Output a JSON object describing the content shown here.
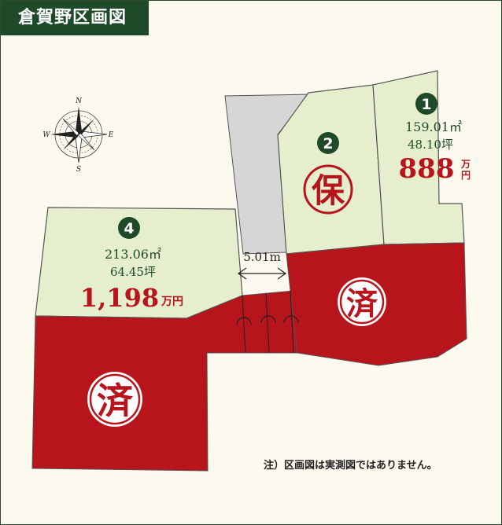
{
  "title": "倉賀野区画図",
  "compass": {
    "n": "N",
    "s": "S",
    "e": "E",
    "w": "W"
  },
  "road_width": "5.01m",
  "lots": [
    {
      "id": "1",
      "area_m2": "159.01㎡",
      "area_tsubo": "48.10坪",
      "price": "888",
      "price_unit_top": "万",
      "price_unit_bottom": "円",
      "status": "available"
    },
    {
      "id": "2",
      "mark": "保",
      "status": "reserved"
    },
    {
      "id": "4",
      "area_m2": "213.06㎡",
      "area_tsubo": "64.45坪",
      "price": "1,198",
      "price_unit": "万円",
      "status": "available"
    }
  ],
  "sold_mark": "済",
  "note": "注）区画図は実測図ではありません。",
  "colors": {
    "available": "#e5efce",
    "sold": "#b7141c",
    "road": "#d6d6d6",
    "header": "#1e4a2a",
    "text_green": "#1e4a2a"
  }
}
